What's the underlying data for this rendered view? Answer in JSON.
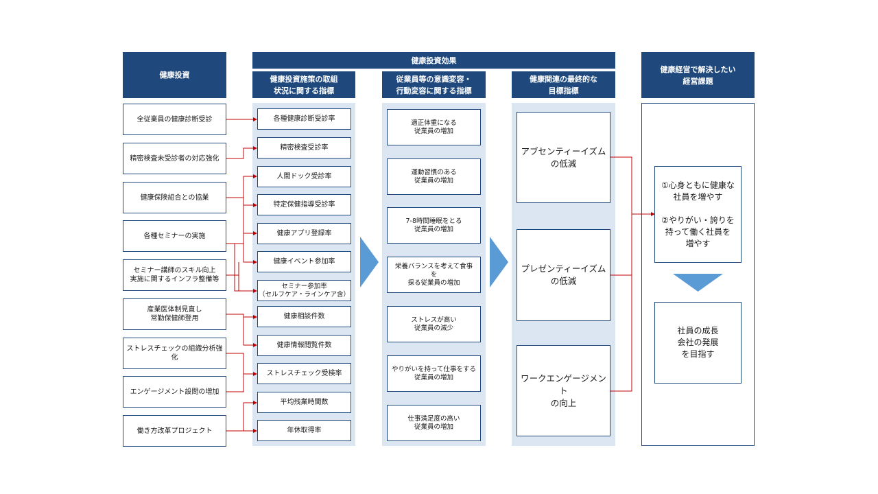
{
  "headers": {
    "investment": "健康投資",
    "effect": "健康投資効果",
    "measures": "健康投資施策の取組\n状況に関する指標",
    "awareness": "従業員等の意識変容・\n行動変容に関する指標",
    "final": "健康関連の最終的な\n目標指標",
    "issues": "健康経営で解決したい\n経営課題"
  },
  "investments": [
    "全従業員の健康診断受診",
    "精密検査未受診者の対応強化",
    "健康保険組合との協業",
    "各種セミナーの実施",
    "セミナー講師のスキル向上\n実施に関するインフラ整備等",
    "産業医体制見直し\n常勤保健師登用",
    "ストレスチェックの組織分析強化",
    "エンゲージメント設問の増加",
    "働き方改革プロジェクト"
  ],
  "measures": [
    "各種健康診断受診率",
    "精密検査受診率",
    "人間ドック受診率",
    "特定保健指導受診率",
    "健康アプリ登録率",
    "健康イベント参加率",
    "セミナー参加率\n（セルフケア・ラインケア含）",
    "健康相談件数",
    "健康情報閲覧件数",
    "ストレスチェック受検率",
    "平均残業時間数",
    "年休取得率"
  ],
  "awareness": [
    "適正体重になる\n従業員の増加",
    "運動習慣のある\n従業員の増加",
    "7-8時間睡眠をとる\n従業員の増加",
    "栄養バランスを考えて食事\nを\n採る従業員の増加",
    "ストレスが高い\n従業員の減少",
    "やりがいを持って仕事をする\n従業員の増加",
    "仕事満足度の高い\n従業員の増加"
  ],
  "final_indicators": [
    "アブセンティーイズム\nの低減",
    "プレゼンティーイズム\nの低減",
    "ワークエンゲージメント\nの向上"
  ],
  "issues": {
    "top": "①心身ともに健康な\n社員を増やす\n\n②やりがい・誇りを\n持って働く社員を\n増やす",
    "bottom": "社員の成長\n会社の発展\nを目指す"
  },
  "colors": {
    "header": "#1f497d",
    "panel": "#dce6f2",
    "arrow": "#5b9bd5",
    "connector": "#c00000"
  }
}
